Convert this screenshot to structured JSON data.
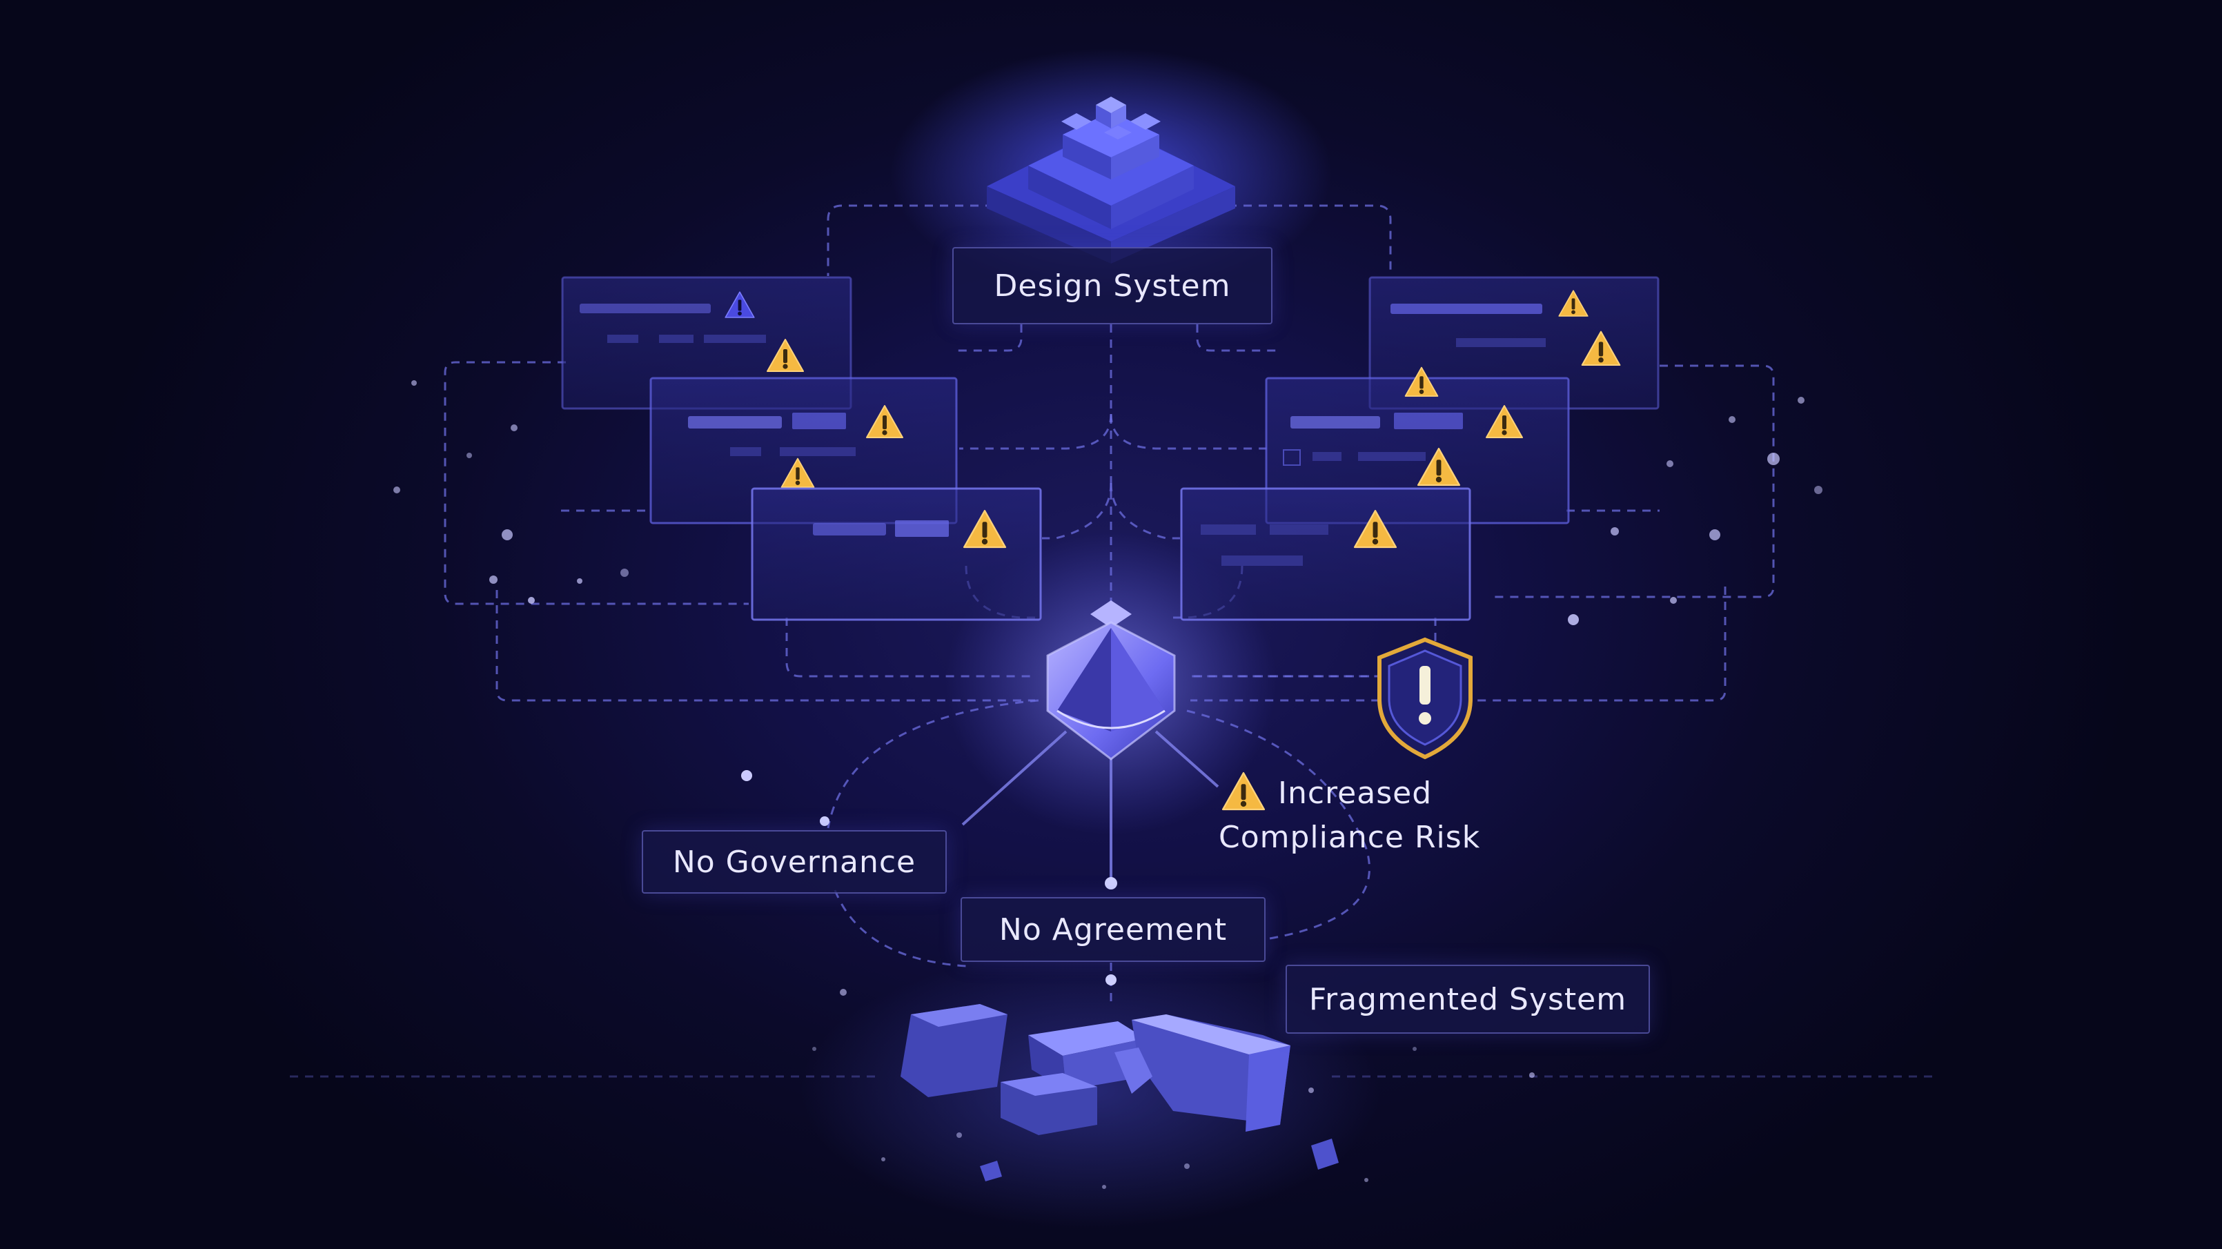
{
  "labels": {
    "design_system": "Design System",
    "risk_line1": "Increased",
    "risk_line2": "Compliance Risk",
    "no_governance": "No Governance",
    "no_agreement": "No Agreement",
    "fragmented_system": "Fragmented System"
  },
  "icons": {
    "top": "stacked-cubes-icon",
    "hub": "crystal-hub-icon",
    "shield": "shield-warning-icon",
    "warning": "warning-triangle-icon",
    "bottom": "broken-blocks-icon"
  },
  "colors": {
    "background": "#07061a",
    "accent": "#5b5cf0",
    "line": "#7c7de8",
    "warning": "#f5b942",
    "text": "#e9e8ff"
  }
}
